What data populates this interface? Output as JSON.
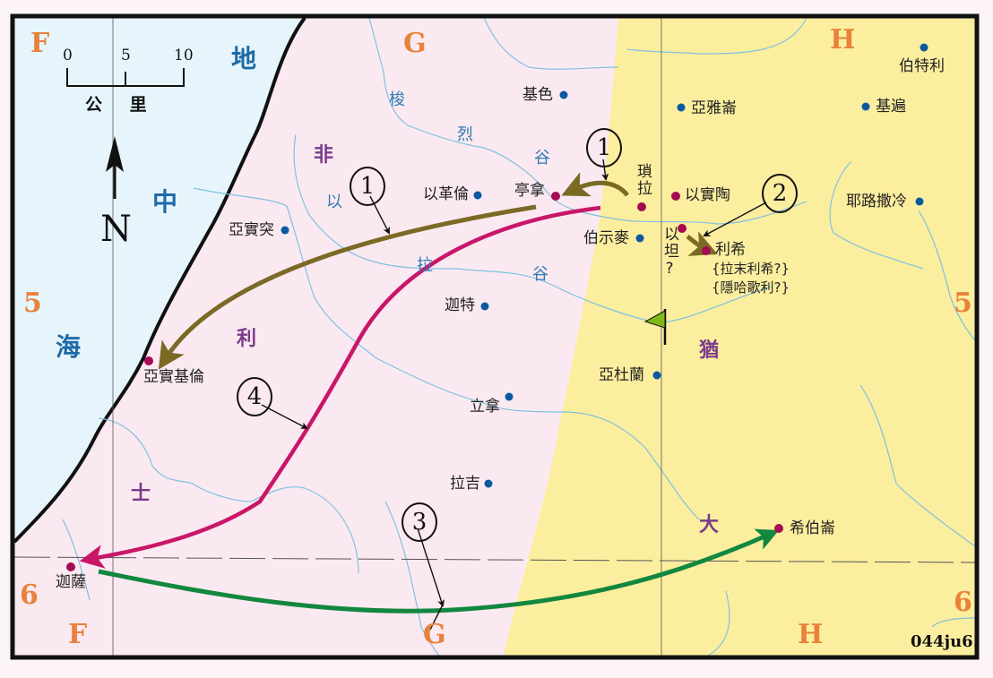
{
  "colors": {
    "sea": "#e6f5fc",
    "philistia": "#fbe9f1",
    "judah": "#fcee9f",
    "river": "#7fc2e0",
    "route1": "#7a6a24",
    "route3": "#12873f",
    "route4": "#c81669",
    "town_blue": "#0a5aa0",
    "town_red": "#a50a52",
    "grid_label": "#e8823a",
    "region_label": "#7a3b8c"
  },
  "grid": {
    "top": [
      "F",
      "G",
      "H"
    ],
    "bottom": [
      "F",
      "G",
      "H"
    ],
    "left": [
      "5",
      "6"
    ],
    "right": [
      "5",
      "6"
    ]
  },
  "scale": {
    "ticks": [
      "0",
      "5",
      "10"
    ],
    "unit": "公 里"
  },
  "north": {
    "label": "N"
  },
  "sea_name": [
    "地",
    "中",
    "海"
  ],
  "regions": {
    "philistia": [
      "非",
      "利",
      "士"
    ],
    "judah": [
      "猶",
      "大"
    ]
  },
  "wadi_sorek": [
    "梭",
    "烈",
    "谷"
  ],
  "wadi_elah": [
    "以",
    "拉",
    "谷"
  ],
  "towns_blue": [
    {
      "name": "基色"
    },
    {
      "name": "亞雅崙"
    },
    {
      "name": "伯特利"
    },
    {
      "name": "基遍"
    },
    {
      "name": "耶路撒冷"
    },
    {
      "name": "以革倫"
    },
    {
      "name": "亞實突"
    },
    {
      "name": "伯示麥"
    },
    {
      "name": "迦特"
    },
    {
      "name": "亞杜蘭"
    },
    {
      "name": "立拿"
    },
    {
      "name": "拉吉"
    }
  ],
  "towns_red": [
    {
      "name": "亭拿"
    },
    {
      "name": "瑣拉"
    },
    {
      "name": "以實陶"
    },
    {
      "name": "以坦?"
    },
    {
      "name": "利希"
    },
    {
      "name": "亞實基倫"
    },
    {
      "name": "迦薩"
    },
    {
      "name": "希伯崙"
    }
  ],
  "lehi_alt": [
    "{拉末利希?}",
    "{隱哈歌利?}"
  ],
  "route_markers": [
    "1",
    "1",
    "2",
    "3",
    "4"
  ],
  "map_code": "044ju6."
}
